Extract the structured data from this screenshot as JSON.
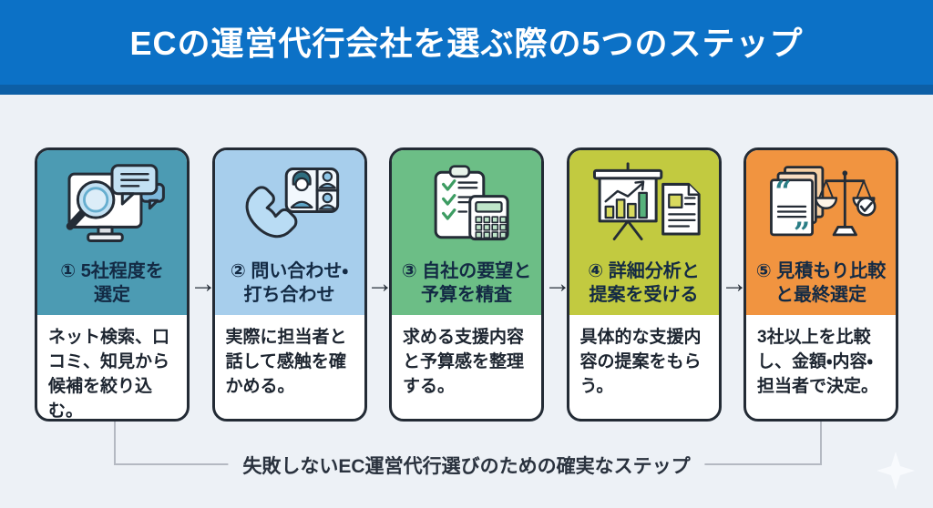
{
  "header": {
    "title": "ECの運営代行会社を選ぶ際の5つのステップ",
    "bg_color": "#0C71C6",
    "accent_strip_color": "#0D5FA6",
    "text_color": "#FFFFFF"
  },
  "page": {
    "background_color": "#EDF1F6",
    "card_border_color": "#232B35"
  },
  "arrow_glyph": "→",
  "steps": [
    {
      "num": "①",
      "title1": "5社程度を",
      "title2": "選定",
      "desc": "ネット検索、口コミ、知見から候補を絞り込む。",
      "color": "#4C9BB3",
      "icon": "monitor-search-icon"
    },
    {
      "num": "②",
      "title1": "問い合わせ・",
      "title2": "打ち合わせ",
      "desc": "実際に担当者と話して感触を確かめる。",
      "color": "#A7CEEC",
      "icon": "phone-video-call-icon"
    },
    {
      "num": "③",
      "title1": "自社の要望と",
      "title2": "予算を精査",
      "desc": "求める支援内容と予算感を整理する。",
      "color": "#6CBE86",
      "icon": "checklist-calculator-icon"
    },
    {
      "num": "④",
      "title1": "詳細分析と",
      "title2": "提案を受ける",
      "desc": "具体的な支援内容の提案をもらう。",
      "color": "#C2CA40",
      "icon": "chart-proposal-icon"
    },
    {
      "num": "⑤",
      "title1": "見積もり比較",
      "title2": "と最終選定",
      "desc": "3社以上を比較し、金額・内容・担当者で決定。",
      "color": "#F19440",
      "icon": "quotes-scale-icon"
    }
  ],
  "footer": {
    "caption": "失敗しないEC運営代行選びのための確実なステップ"
  }
}
